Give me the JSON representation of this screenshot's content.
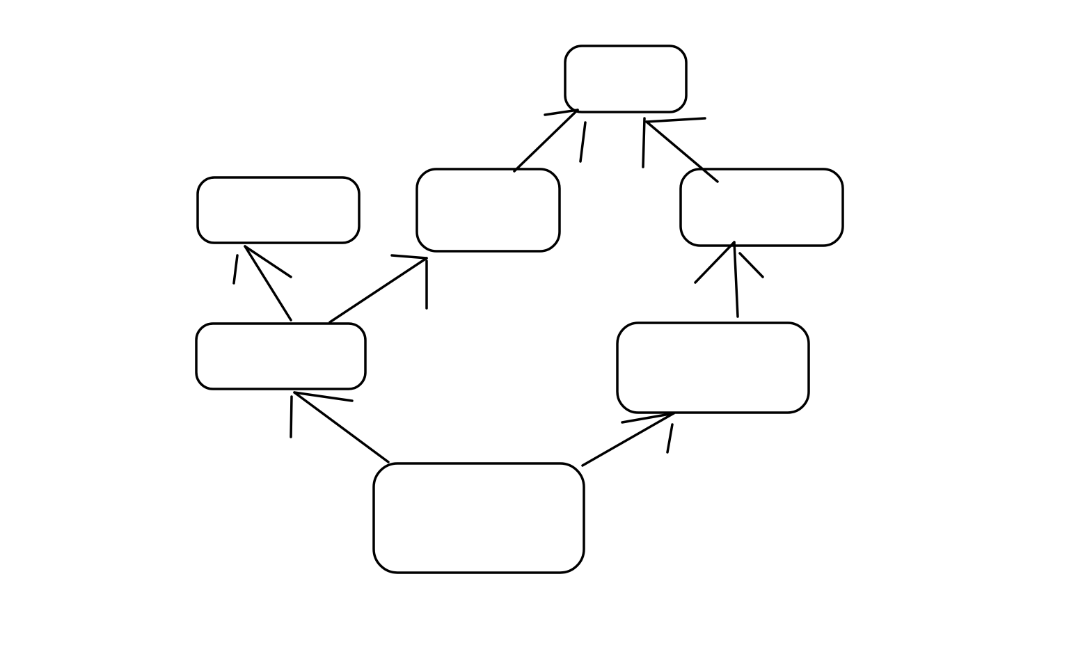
{
  "diagram": {
    "type": "flowchart",
    "colors": {
      "background": "#ffffff",
      "stroke": "#000000"
    },
    "nodes": [
      {
        "id": "bottom-center",
        "label": ""
      },
      {
        "id": "mid-left",
        "label": ""
      },
      {
        "id": "top-left",
        "label": ""
      },
      {
        "id": "upper-center",
        "label": ""
      },
      {
        "id": "top",
        "label": ""
      },
      {
        "id": "upper-right",
        "label": ""
      },
      {
        "id": "mid-right",
        "label": ""
      }
    ],
    "edges": [
      {
        "from": "bottom-center",
        "to": "mid-left"
      },
      {
        "from": "bottom-center",
        "to": "mid-right"
      },
      {
        "from": "mid-left",
        "to": "top-left"
      },
      {
        "from": "mid-left",
        "to": "upper-center"
      },
      {
        "from": "upper-center",
        "to": "top"
      },
      {
        "from": "upper-right",
        "to": "top"
      },
      {
        "from": "mid-right",
        "to": "upper-right"
      }
    ]
  }
}
